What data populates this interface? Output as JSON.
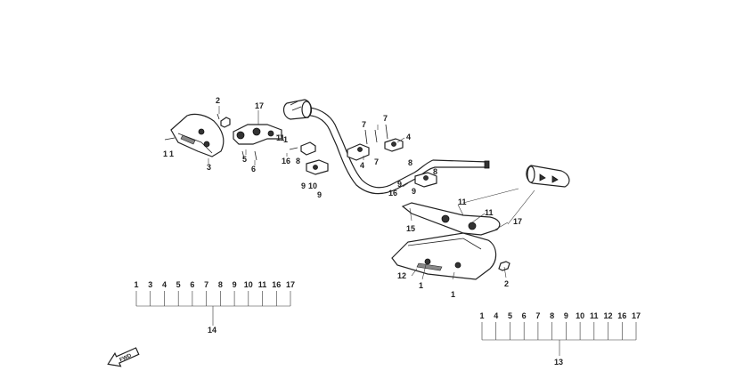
{
  "callouts": {
    "c2a": "2",
    "c17a": "17",
    "c11a": "11",
    "c11b": "1",
    "c1a": "1",
    "c3": "3",
    "c5": "5",
    "c6": "6",
    "c16a": "16",
    "c8a": "8",
    "c9a": "9",
    "c10": "10",
    "c9b": "9",
    "c7a": "7",
    "c7b": "7",
    "c7c": "7",
    "c4": "4",
    "c8b": "8",
    "c9c": "9",
    "c16b": "16",
    "c15": "15",
    "c11c": "11",
    "c11d": "11",
    "c17b": "17",
    "c12": "12",
    "c1b": "1",
    "c1c": "1",
    "c2b": "2",
    "c8c": "8"
  },
  "kit_left": {
    "numbers": [
      "1",
      "3",
      "4",
      "5",
      "6",
      "7",
      "8",
      "9",
      "10",
      "11",
      "16",
      "17"
    ],
    "total": "14"
  },
  "kit_right": {
    "numbers": [
      "1",
      "4",
      "5",
      "6",
      "7",
      "8",
      "9",
      "10",
      "11",
      "12",
      "16",
      "17"
    ],
    "total": "13"
  },
  "fwd_label": "FWD"
}
